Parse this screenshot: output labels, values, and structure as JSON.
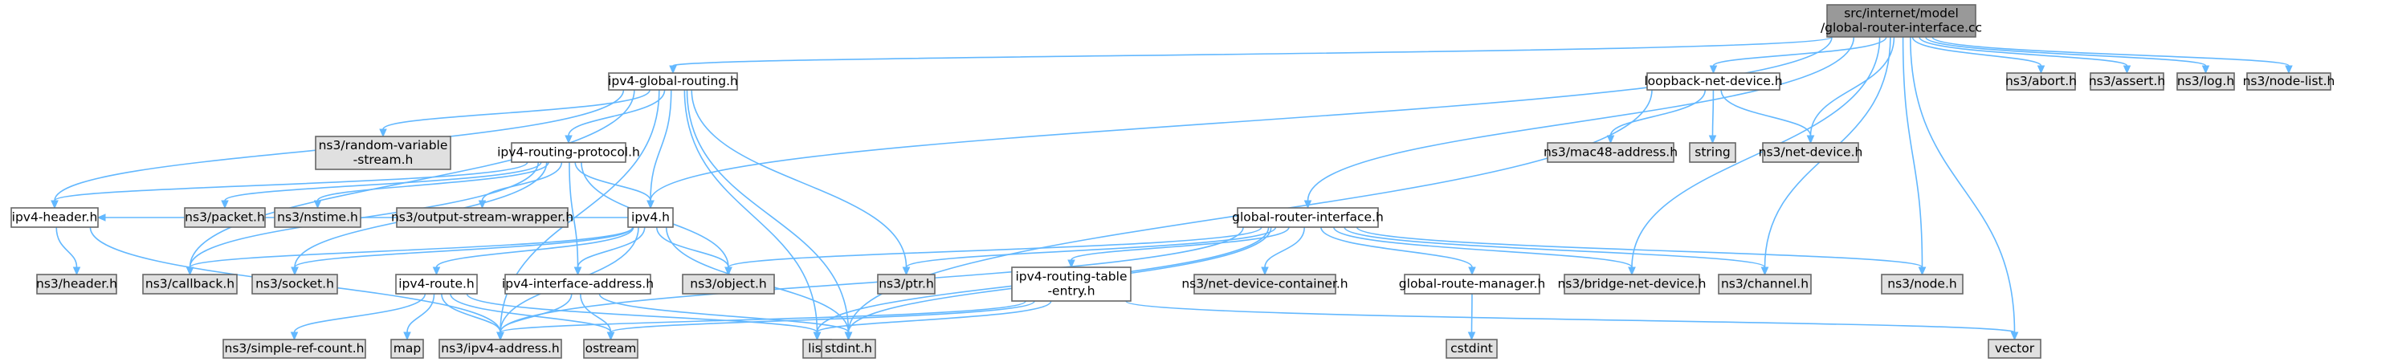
{
  "colors": {
    "root_fill": "#999999",
    "local_fill": "#ffffff",
    "external_fill": "#e0e0e0",
    "border": "#666666",
    "edge": "#63b8ff"
  },
  "nodes": [
    {
      "id": "root",
      "kind": "root",
      "lines": [
        "src/internet/model",
        "/global-router-interface.cc"
      ]
    },
    {
      "id": "ipv4-global-routing",
      "kind": "local",
      "lines": [
        "ipv4-global-routing.h"
      ]
    },
    {
      "id": "loopback-net-device",
      "kind": "local",
      "lines": [
        "loopback-net-device.h"
      ]
    },
    {
      "id": "abort",
      "kind": "external",
      "lines": [
        "ns3/abort.h"
      ]
    },
    {
      "id": "assert",
      "kind": "external",
      "lines": [
        "ns3/assert.h"
      ]
    },
    {
      "id": "log",
      "kind": "external",
      "lines": [
        "ns3/log.h"
      ]
    },
    {
      "id": "node-list",
      "kind": "external",
      "lines": [
        "ns3/node-list.h"
      ]
    },
    {
      "id": "random-variable-stream",
      "kind": "external",
      "lines": [
        "ns3/random-variable",
        "-stream.h"
      ]
    },
    {
      "id": "ipv4-routing-protocol",
      "kind": "local",
      "lines": [
        "ipv4-routing-protocol.h"
      ]
    },
    {
      "id": "mac48-address",
      "kind": "external",
      "lines": [
        "ns3/mac48-address.h"
      ]
    },
    {
      "id": "string",
      "kind": "external",
      "lines": [
        "string"
      ]
    },
    {
      "id": "net-device",
      "kind": "external",
      "lines": [
        "ns3/net-device.h"
      ]
    },
    {
      "id": "ipv4-header",
      "kind": "local",
      "lines": [
        "ipv4-header.h"
      ]
    },
    {
      "id": "packet",
      "kind": "external",
      "lines": [
        "ns3/packet.h"
      ]
    },
    {
      "id": "nstime",
      "kind": "external",
      "lines": [
        "ns3/nstime.h"
      ]
    },
    {
      "id": "output-stream-wrapper",
      "kind": "external",
      "lines": [
        "ns3/output-stream-wrapper.h"
      ]
    },
    {
      "id": "ipv4",
      "kind": "local",
      "lines": [
        "ipv4.h"
      ]
    },
    {
      "id": "global-router-interface",
      "kind": "local",
      "lines": [
        "global-router-interface.h"
      ]
    },
    {
      "id": "header",
      "kind": "external",
      "lines": [
        "ns3/header.h"
      ]
    },
    {
      "id": "callback",
      "kind": "external",
      "lines": [
        "ns3/callback.h"
      ]
    },
    {
      "id": "socket",
      "kind": "external",
      "lines": [
        "ns3/socket.h"
      ]
    },
    {
      "id": "ipv4-route",
      "kind": "local",
      "lines": [
        "ipv4-route.h"
      ]
    },
    {
      "id": "ipv4-interface-address",
      "kind": "local",
      "lines": [
        "ipv4-interface-address.h"
      ]
    },
    {
      "id": "object",
      "kind": "external",
      "lines": [
        "ns3/object.h"
      ]
    },
    {
      "id": "ptr",
      "kind": "external",
      "lines": [
        "ns3/ptr.h"
      ]
    },
    {
      "id": "ipv4-routing-table-entry",
      "kind": "local",
      "lines": [
        "ipv4-routing-table",
        "-entry.h"
      ]
    },
    {
      "id": "net-device-container",
      "kind": "external",
      "lines": [
        "ns3/net-device-container.h"
      ]
    },
    {
      "id": "global-route-manager",
      "kind": "local",
      "lines": [
        "global-route-manager.h"
      ]
    },
    {
      "id": "bridge-net-device",
      "kind": "external",
      "lines": [
        "ns3/bridge-net-device.h"
      ]
    },
    {
      "id": "channel",
      "kind": "external",
      "lines": [
        "ns3/channel.h"
      ]
    },
    {
      "id": "node",
      "kind": "external",
      "lines": [
        "ns3/node.h"
      ]
    },
    {
      "id": "simple-ref-count",
      "kind": "external",
      "lines": [
        "ns3/simple-ref-count.h"
      ]
    },
    {
      "id": "map",
      "kind": "external",
      "lines": [
        "map"
      ]
    },
    {
      "id": "ipv4-address",
      "kind": "external",
      "lines": [
        "ns3/ipv4-address.h"
      ]
    },
    {
      "id": "ostream",
      "kind": "external",
      "lines": [
        "ostream"
      ]
    },
    {
      "id": "list",
      "kind": "external",
      "lines": [
        "list"
      ]
    },
    {
      "id": "stdint",
      "kind": "external",
      "lines": [
        "stdint.h"
      ]
    },
    {
      "id": "cstdint",
      "kind": "external",
      "lines": [
        "cstdint"
      ]
    },
    {
      "id": "vector",
      "kind": "external",
      "lines": [
        "vector"
      ]
    }
  ],
  "edges": [
    {
      "from": "root",
      "to": "ipv4-global-routing"
    },
    {
      "from": "root",
      "to": "loopback-net-device"
    },
    {
      "from": "root",
      "to": "abort"
    },
    {
      "from": "root",
      "to": "assert"
    },
    {
      "from": "root",
      "to": "log"
    },
    {
      "from": "root",
      "to": "node-list"
    },
    {
      "from": "root",
      "to": "ipv4"
    },
    {
      "from": "root",
      "to": "global-router-interface"
    },
    {
      "from": "root",
      "to": "net-device"
    },
    {
      "from": "root",
      "to": "bridge-net-device"
    },
    {
      "from": "root",
      "to": "channel"
    },
    {
      "from": "root",
      "to": "node"
    },
    {
      "from": "root",
      "to": "vector"
    },
    {
      "from": "ipv4-global-routing",
      "to": "random-variable-stream"
    },
    {
      "from": "ipv4-global-routing",
      "to": "ipv4-routing-protocol"
    },
    {
      "from": "ipv4-global-routing",
      "to": "ipv4-header"
    },
    {
      "from": "ipv4-global-routing",
      "to": "ipv4"
    },
    {
      "from": "ipv4-global-routing",
      "to": "callback"
    },
    {
      "from": "ipv4-global-routing",
      "to": "ptr"
    },
    {
      "from": "ipv4-global-routing",
      "to": "ipv4-address"
    },
    {
      "from": "ipv4-global-routing",
      "to": "list"
    },
    {
      "from": "ipv4-global-routing",
      "to": "stdint"
    },
    {
      "from": "loopback-net-device",
      "to": "mac48-address"
    },
    {
      "from": "loopback-net-device",
      "to": "string"
    },
    {
      "from": "loopback-net-device",
      "to": "net-device"
    },
    {
      "from": "loopback-net-device",
      "to": "stdint"
    },
    {
      "from": "ipv4-routing-protocol",
      "to": "ipv4-header"
    },
    {
      "from": "ipv4-routing-protocol",
      "to": "packet"
    },
    {
      "from": "ipv4-routing-protocol",
      "to": "nstime"
    },
    {
      "from": "ipv4-routing-protocol",
      "to": "output-stream-wrapper"
    },
    {
      "from": "ipv4-routing-protocol",
      "to": "ipv4"
    },
    {
      "from": "ipv4-routing-protocol",
      "to": "ipv4-interface-address"
    },
    {
      "from": "ipv4-routing-protocol",
      "to": "object"
    },
    {
      "from": "ipv4-routing-protocol",
      "to": "socket"
    },
    {
      "from": "ipv4-routing-protocol",
      "to": "callback"
    },
    {
      "from": "ipv4-header",
      "to": "header"
    },
    {
      "from": "ipv4-header",
      "to": "ipv4-address"
    },
    {
      "from": "ipv4",
      "to": "ipv4-header"
    },
    {
      "from": "ipv4",
      "to": "callback"
    },
    {
      "from": "ipv4",
      "to": "socket"
    },
    {
      "from": "ipv4",
      "to": "ipv4-route"
    },
    {
      "from": "ipv4",
      "to": "ipv4-interface-address"
    },
    {
      "from": "ipv4",
      "to": "object"
    },
    {
      "from": "ipv4",
      "to": "ipv4-address"
    },
    {
      "from": "ipv4",
      "to": "stdint"
    },
    {
      "from": "ipv4-route",
      "to": "simple-ref-count"
    },
    {
      "from": "ipv4-route",
      "to": "map"
    },
    {
      "from": "ipv4-route",
      "to": "ipv4-address"
    },
    {
      "from": "ipv4-route",
      "to": "ostream"
    },
    {
      "from": "ipv4-route",
      "to": "list"
    },
    {
      "from": "ipv4-interface-address",
      "to": "ipv4-address"
    },
    {
      "from": "ipv4-interface-address",
      "to": "ostream"
    },
    {
      "from": "ipv4-interface-address",
      "to": "stdint"
    },
    {
      "from": "global-router-interface",
      "to": "object"
    },
    {
      "from": "global-router-interface",
      "to": "ptr"
    },
    {
      "from": "global-router-interface",
      "to": "ipv4-routing-table-entry"
    },
    {
      "from": "global-router-interface",
      "to": "net-device-container"
    },
    {
      "from": "global-router-interface",
      "to": "global-route-manager"
    },
    {
      "from": "global-router-interface",
      "to": "bridge-net-device"
    },
    {
      "from": "global-router-interface",
      "to": "channel"
    },
    {
      "from": "global-router-interface",
      "to": "node"
    },
    {
      "from": "global-router-interface",
      "to": "ipv4-address"
    },
    {
      "from": "global-router-interface",
      "to": "list"
    },
    {
      "from": "global-router-interface",
      "to": "stdint"
    },
    {
      "from": "ipv4-routing-table-entry",
      "to": "ipv4-address"
    },
    {
      "from": "ipv4-routing-table-entry",
      "to": "list"
    },
    {
      "from": "ipv4-routing-table-entry",
      "to": "ostream"
    },
    {
      "from": "ipv4-routing-table-entry",
      "to": "vector"
    },
    {
      "from": "global-route-manager",
      "to": "cstdint"
    }
  ]
}
